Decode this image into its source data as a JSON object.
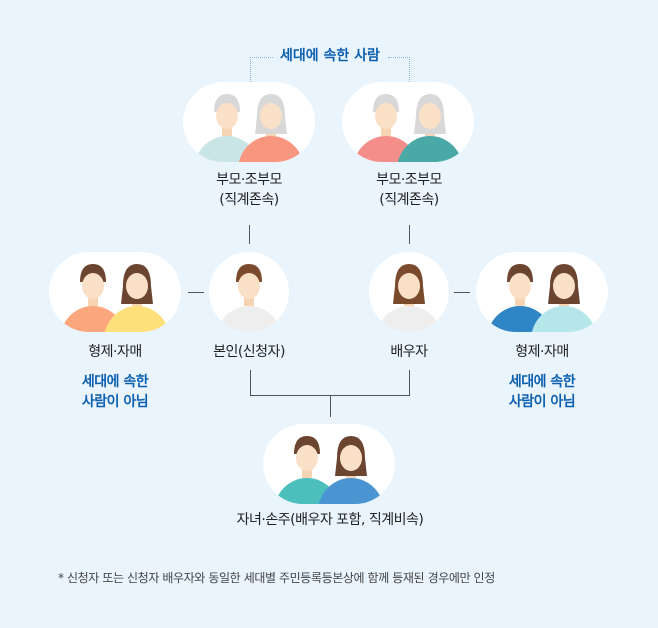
{
  "household_label": "세대에 속한 사람",
  "parents_left": {
    "label": "부모·조부모",
    "sub": "(직계존속)",
    "shirts": [
      "#c9e5e6",
      "#f9967f"
    ]
  },
  "parents_right": {
    "label": "부모·조부모",
    "sub": "(직계존속)",
    "shirts": [
      "#f48e8b",
      "#4aa9a6"
    ]
  },
  "siblings_left": {
    "label": "형제·자매",
    "note_line1": "세대에 속한",
    "note_line2": "사람이 아님",
    "shirts": [
      "#fba67c",
      "#fde07a"
    ]
  },
  "self": {
    "label": "본인(신청자)",
    "shirts": [
      "#eeeeee"
    ]
  },
  "spouse": {
    "label": "배우자",
    "shirts": [
      "#eeeeee"
    ]
  },
  "siblings_right": {
    "label": "형제·자매",
    "note_line1": "세대에 속한",
    "note_line2": "사람이 아님",
    "shirts": [
      "#2f86c6",
      "#b5e6e9"
    ]
  },
  "children": {
    "label": "자녀·손주(배우자 포함, 직계비속)",
    "shirts": [
      "#4cbfbc",
      "#4a95d1"
    ]
  },
  "footnote": "* 신청자 또는 신청자 배우자와 동일한 세대별 주민등록등본상에 함께 등재된 경우에만 인정"
}
